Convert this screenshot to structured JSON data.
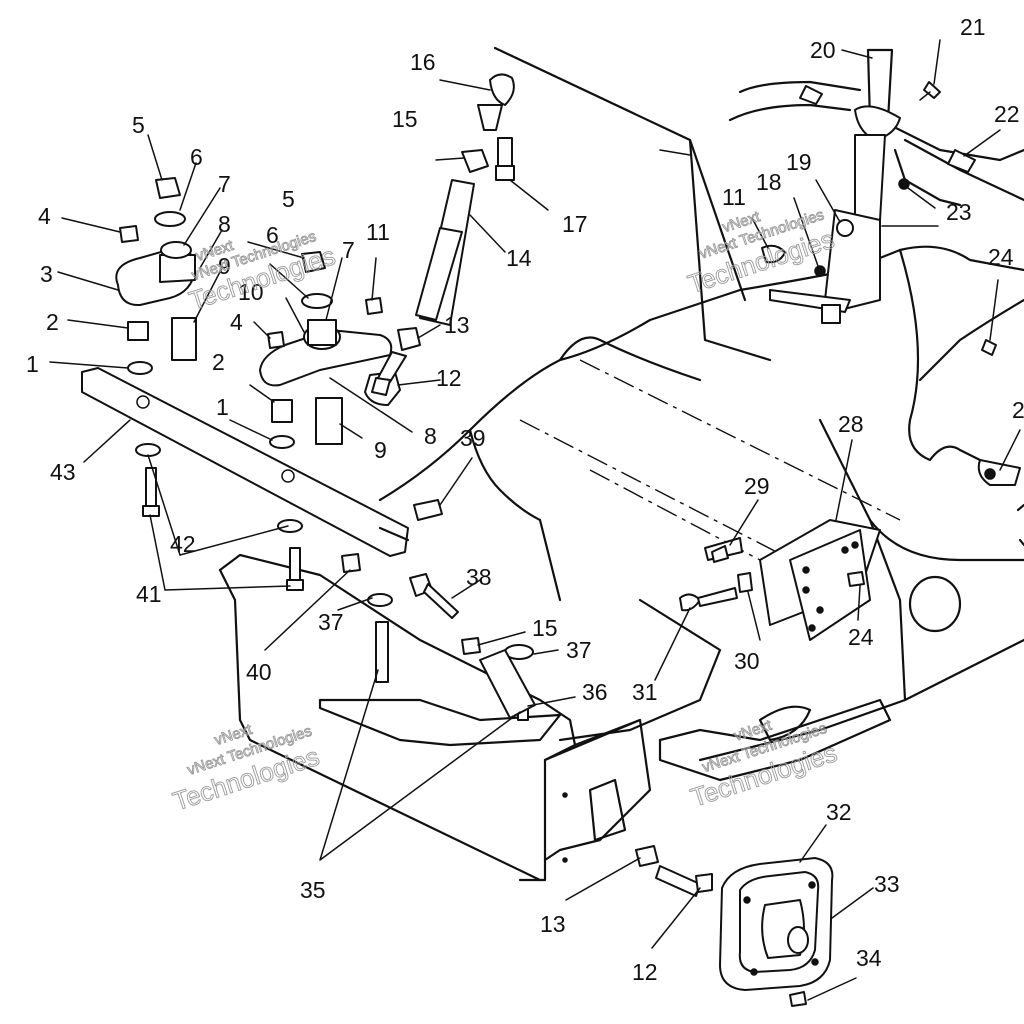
{
  "watermark": {
    "line1": "vNext",
    "line2": "vNext Technologies",
    "line3": "Technologies"
  },
  "callouts": [
    {
      "id": "c1a",
      "text": "1"
    },
    {
      "id": "c1b",
      "text": "1"
    },
    {
      "id": "c2a",
      "text": "2"
    },
    {
      "id": "c2b",
      "text": "2"
    },
    {
      "id": "c3",
      "text": "3"
    },
    {
      "id": "c4a",
      "text": "4"
    },
    {
      "id": "c4b",
      "text": "4"
    },
    {
      "id": "c5a",
      "text": "5"
    },
    {
      "id": "c5b",
      "text": "5"
    },
    {
      "id": "c6a",
      "text": "6"
    },
    {
      "id": "c6b",
      "text": "6"
    },
    {
      "id": "c7a",
      "text": "7"
    },
    {
      "id": "c7b",
      "text": "7"
    },
    {
      "id": "c8a",
      "text": "8"
    },
    {
      "id": "c8b",
      "text": "8"
    },
    {
      "id": "c9a",
      "text": "9"
    },
    {
      "id": "c9b",
      "text": "9"
    },
    {
      "id": "c10",
      "text": "10"
    },
    {
      "id": "c11a",
      "text": "11"
    },
    {
      "id": "c11b",
      "text": "11"
    },
    {
      "id": "c12a",
      "text": "12"
    },
    {
      "id": "c12b",
      "text": "12"
    },
    {
      "id": "c13a",
      "text": "13"
    },
    {
      "id": "c13b",
      "text": "13"
    },
    {
      "id": "c14",
      "text": "14"
    },
    {
      "id": "c15a",
      "text": "15"
    },
    {
      "id": "c15b",
      "text": "15"
    },
    {
      "id": "c16",
      "text": "16"
    },
    {
      "id": "c17",
      "text": "17"
    },
    {
      "id": "c18",
      "text": "18"
    },
    {
      "id": "c19",
      "text": "19"
    },
    {
      "id": "c20",
      "text": "20"
    },
    {
      "id": "c21",
      "text": "21"
    },
    {
      "id": "c22",
      "text": "22"
    },
    {
      "id": "c23",
      "text": "23"
    },
    {
      "id": "c24a",
      "text": "24"
    },
    {
      "id": "c24b",
      "text": "24"
    },
    {
      "id": "c2r",
      "text": "2"
    },
    {
      "id": "c28",
      "text": "28"
    },
    {
      "id": "c29",
      "text": "29"
    },
    {
      "id": "c30",
      "text": "30"
    },
    {
      "id": "c31",
      "text": "31"
    },
    {
      "id": "c32",
      "text": "32"
    },
    {
      "id": "c33",
      "text": "33"
    },
    {
      "id": "c34",
      "text": "34"
    },
    {
      "id": "c35",
      "text": "35"
    },
    {
      "id": "c36",
      "text": "36"
    },
    {
      "id": "c37a",
      "text": "37"
    },
    {
      "id": "c37b",
      "text": "37"
    },
    {
      "id": "c38",
      "text": "38"
    },
    {
      "id": "c39",
      "text": "39"
    },
    {
      "id": "c40",
      "text": "40"
    },
    {
      "id": "c41",
      "text": "41"
    },
    {
      "id": "c42",
      "text": "42"
    },
    {
      "id": "c43",
      "text": "43"
    }
  ]
}
